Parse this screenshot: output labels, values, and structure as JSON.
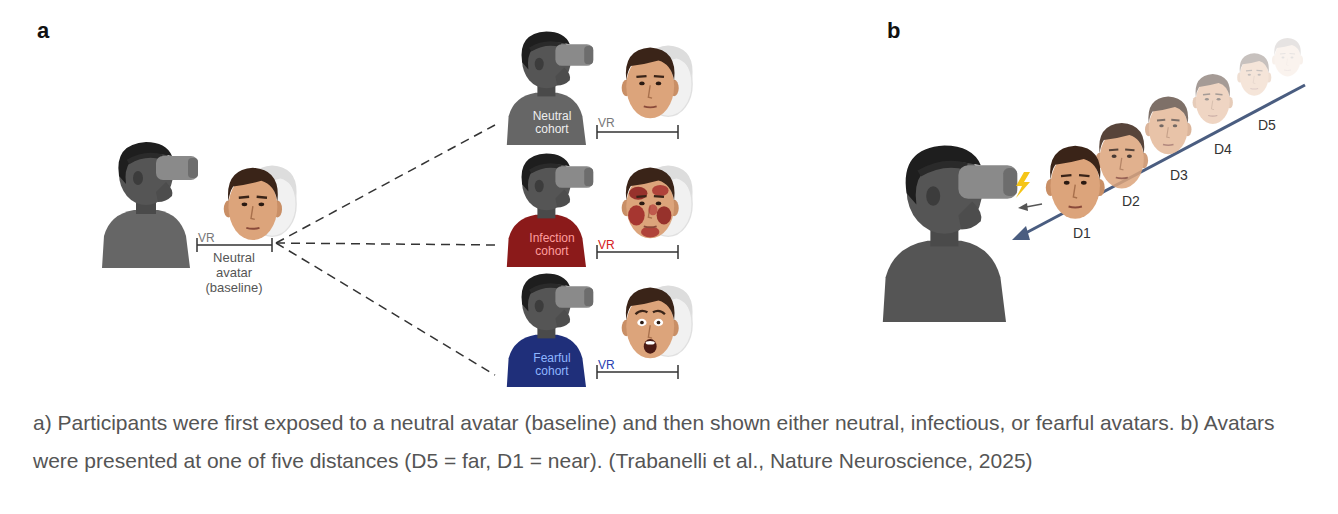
{
  "diagram": {
    "caption": "a) Participants were first exposed to a neutral avatar (baseline) and then shown either neutral, infectious, or fearful avatars. b) Avatars were presented at one of five distances (D5 = far, D1 = near). (Trabanelli et al., Nature Neuroscience, 2025)",
    "nodes": [
      {
        "text": [
          "VR",
          "Neutral avatar (baseline)"
        ]
      },
      {
        "text": [
          "Neutral cohort",
          "VR"
        ]
      },
      {
        "text": [
          "Infection cohort",
          "VR"
        ]
      },
      {
        "text": [
          "Fearful cohort",
          "VR"
        ]
      }
    ],
    "edges": [
      {
        "from": 0,
        "to": 1,
        "arrow": "none"
      },
      {
        "from": 0,
        "to": 2,
        "arrow": "none"
      },
      {
        "from": 0,
        "to": 3,
        "arrow": "none"
      }
    ],
    "labels": [
      "a",
      "b",
      "D1",
      "D2",
      "D3",
      "D4",
      "D5"
    ]
  }
}
